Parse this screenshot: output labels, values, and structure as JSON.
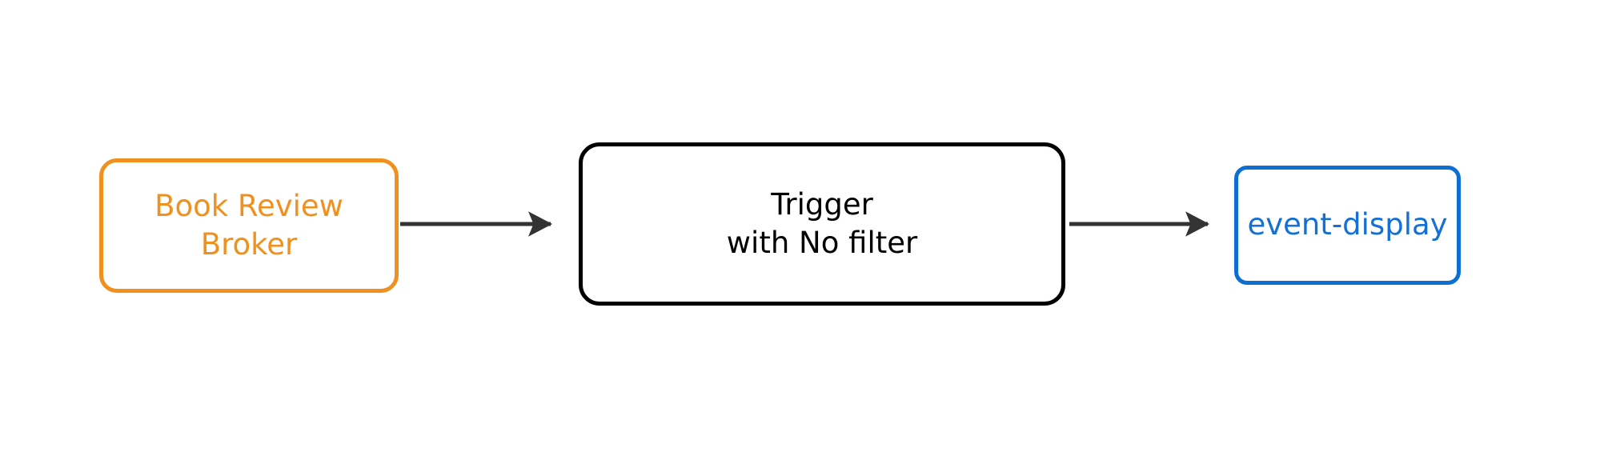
{
  "diagram": {
    "type": "flow-diagram",
    "orientation": "left-to-right",
    "background_color": "#ffffff",
    "nodes": [
      {
        "id": "broker",
        "label": "Book Review\nBroker",
        "label_line1": "Book Review",
        "label_line2": "Broker",
        "shape": "rounded-rectangle",
        "border_color": "#F0901E",
        "text_color": "#F0901E",
        "fill_color": "#ffffff",
        "role": "source"
      },
      {
        "id": "trigger",
        "label": "Trigger\nwith No filter",
        "label_line1": "Trigger",
        "label_line2": "with No filter",
        "shape": "rounded-rectangle",
        "border_color": "#000000",
        "text_color": "#000000",
        "fill_color": "#ffffff",
        "role": "trigger"
      },
      {
        "id": "sink",
        "label": "event-display",
        "label_line1": "event-display",
        "shape": "rounded-rectangle",
        "border_color": "#0F6FD1",
        "text_color": "#1470D4",
        "fill_color": "#ffffff",
        "role": "sink"
      }
    ],
    "edges": [
      {
        "id": "edge-broker-trigger",
        "from": "broker",
        "to": "trigger",
        "label": "",
        "color": "#333333",
        "arrowhead": "filled-triangle"
      },
      {
        "id": "edge-trigger-sink",
        "from": "trigger",
        "to": "sink",
        "label": "",
        "color": "#333333",
        "arrowhead": "filled-triangle"
      }
    ]
  }
}
